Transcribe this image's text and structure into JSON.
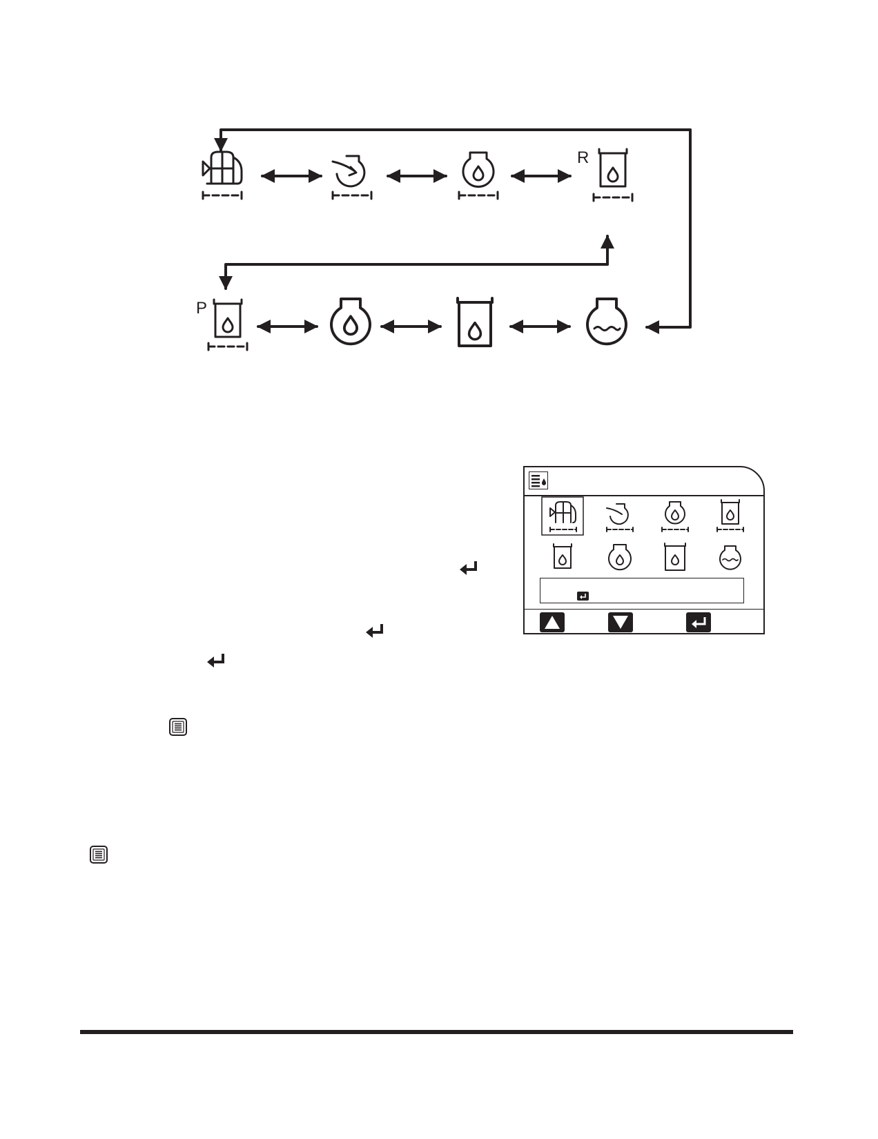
{
  "diagram": {
    "labels": {
      "r_tank": "R",
      "p_tank": "P"
    },
    "row1_icons": [
      "fuel-pump-icon",
      "transfer-pump-icon",
      "oil-sump-icon",
      "reserve-tank-icon"
    ],
    "row2_icons": [
      "primary-tank-icon",
      "engine-oil-icon",
      "oil-tank-icon",
      "coolant-tank-icon"
    ]
  },
  "display_screen": {
    "header_icon": "oil-menu-icon",
    "row1_icons": [
      "fuel-pump-icon",
      "transfer-pump-icon",
      "oil-sump-icon",
      "reserve-tank-icon"
    ],
    "row2_icons": [
      "primary-tank-icon",
      "engine-oil-icon",
      "oil-tank-icon",
      "coolant-tank-icon"
    ],
    "selected_index": 0,
    "info_icon": "enter-icon",
    "buttons": [
      "up-arrow-icon",
      "down-arrow-icon",
      "enter-icon"
    ]
  },
  "text_icons": [
    "enter-icon",
    "enter-icon",
    "enter-icon",
    "menu-list-icon",
    "menu-list-icon"
  ],
  "colors": {
    "ink": "#231f20",
    "background": "#ffffff"
  }
}
